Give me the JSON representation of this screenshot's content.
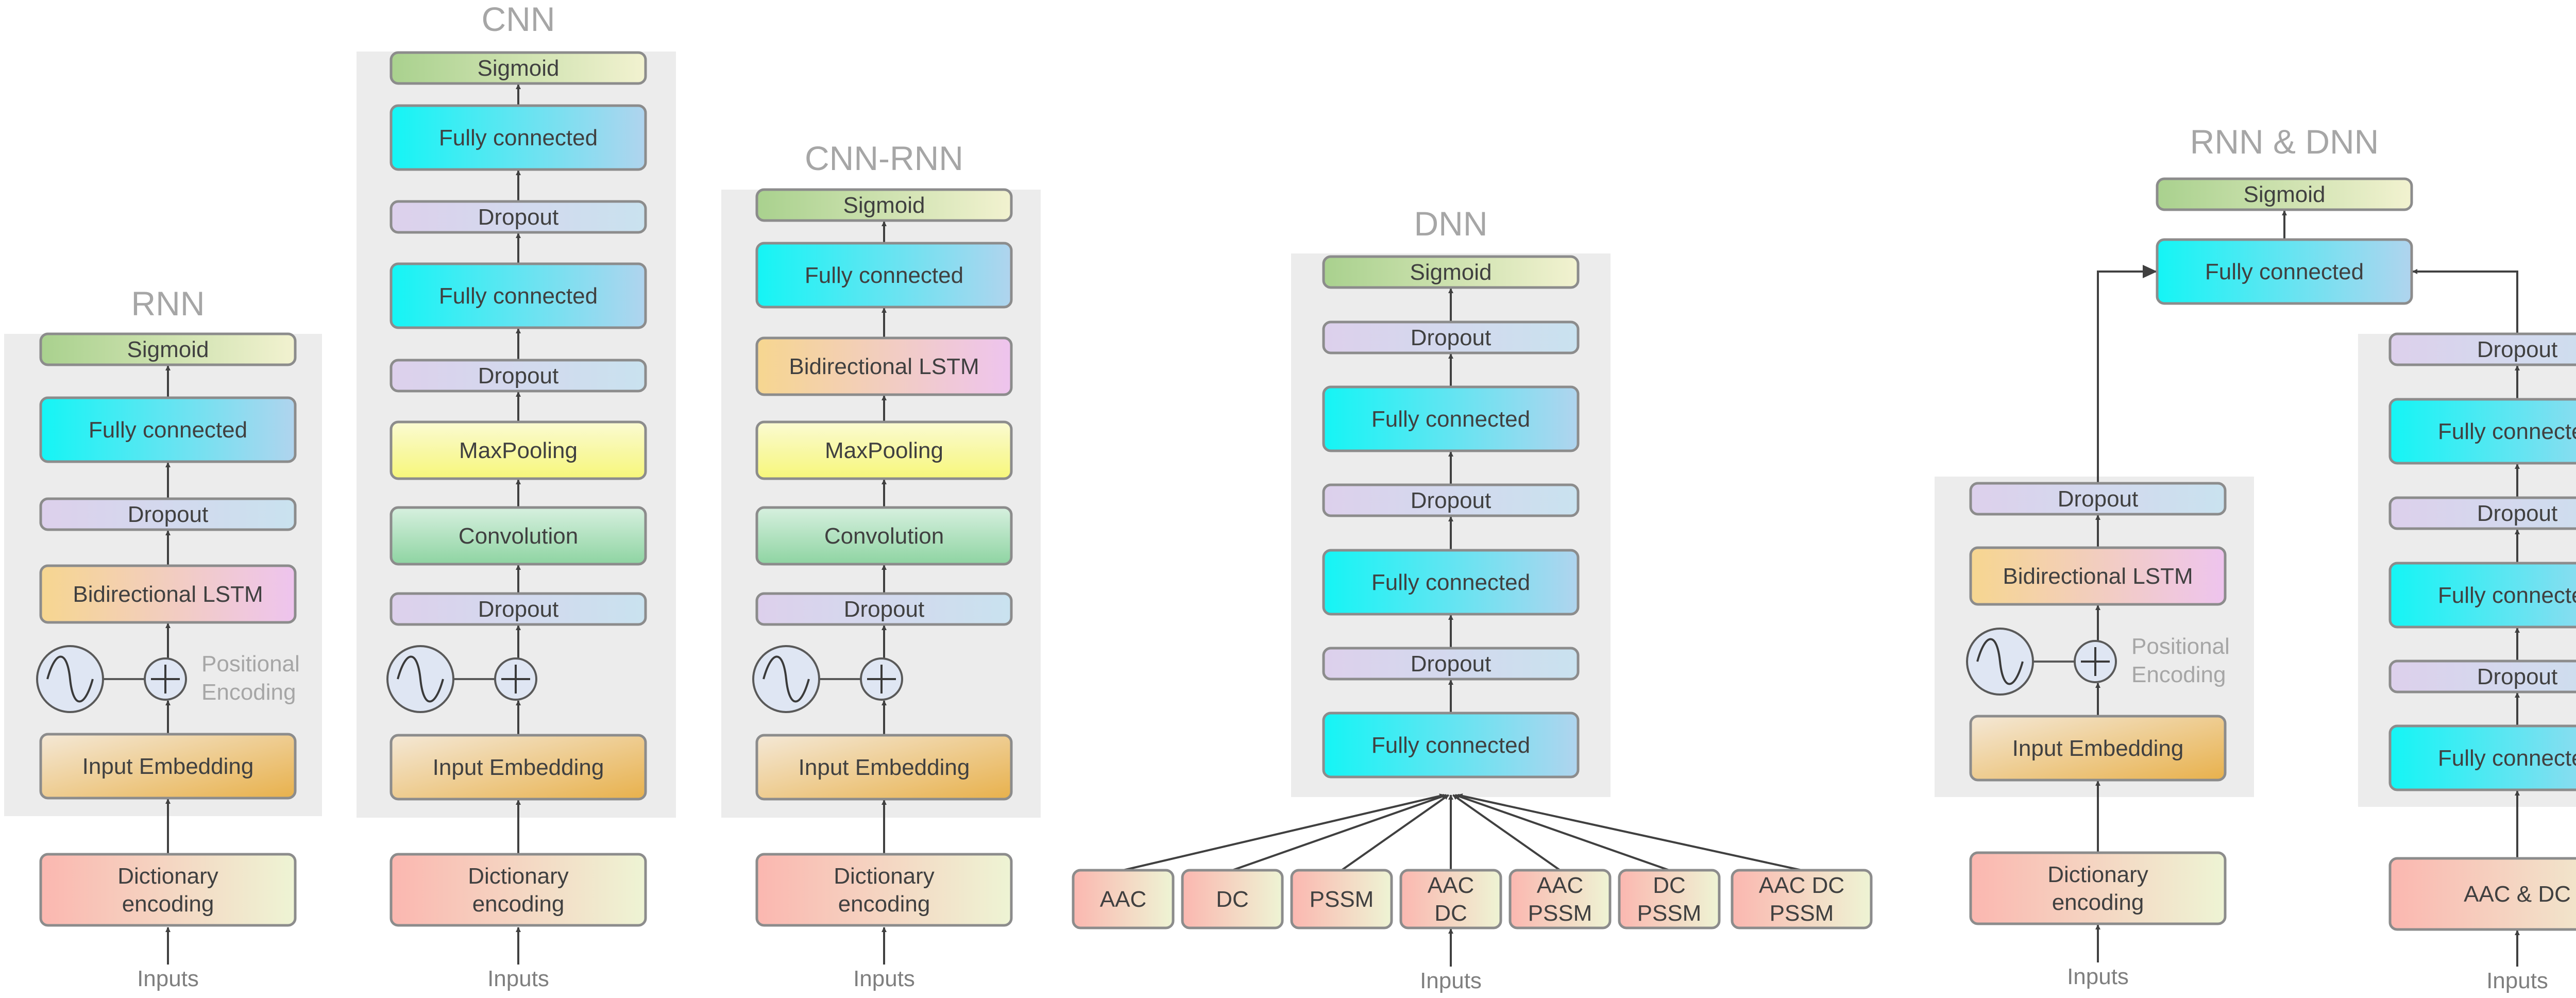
{
  "titles": {
    "rnn": "RNN",
    "cnn": "CNN",
    "cnn_rnn": "CNN-RNN",
    "dnn": "DNN",
    "rnn_dnn": "RNN & DNN"
  },
  "layers": {
    "sigmoid": "Sigmoid",
    "fully_connected": "Fully connected",
    "dropout": "Dropout",
    "bilstm": "Bidirectional LSTM",
    "maxpooling": "MaxPooling",
    "convolution": "Convolution",
    "input_embedding": "Input Embedding",
    "dictionary_encoding_line1": "Dictionary",
    "dictionary_encoding_line2": "encoding"
  },
  "positional_encoding": {
    "line1": "Positional",
    "line2": "Encoding"
  },
  "inputs_label": "Inputs",
  "dnn_features": [
    {
      "line1": "AAC",
      "line2": "",
      "line3": ""
    },
    {
      "line1": "DC",
      "line2": "",
      "line3": ""
    },
    {
      "line1": "PSSM",
      "line2": "",
      "line3": ""
    },
    {
      "line1": "AAC",
      "line2": "DC",
      "line3": ""
    },
    {
      "line1": "AAC",
      "line2": "PSSM",
      "line3": ""
    },
    {
      "line1": "DC",
      "line2": "PSSM",
      "line3": ""
    },
    {
      "line1": "AAC DC",
      "line2": "PSSM",
      "line3": ""
    }
  ],
  "rnn_dnn_feature": "AAC & DC",
  "colors": {
    "sigmoid": [
      "#a9d18e",
      "#f2f2d0"
    ],
    "fully_connected": [
      "#14f5f5",
      "#b0d4ee"
    ],
    "dropout": [
      "#ddd0ec",
      "#c9e2ef"
    ],
    "bilstm": [
      "#f6d690",
      "#eec4ee"
    ],
    "maxpooling": [
      "#fafad2",
      "#f7f77a"
    ],
    "convolution": [
      "#d7f0df",
      "#8ed4a2"
    ],
    "input_embedding": [
      "#f4e8d6",
      "#e8b14c"
    ],
    "encoding": [
      "#fbb7b0",
      "#eef4d4"
    ],
    "pe_circle": "#dfe6f3"
  }
}
